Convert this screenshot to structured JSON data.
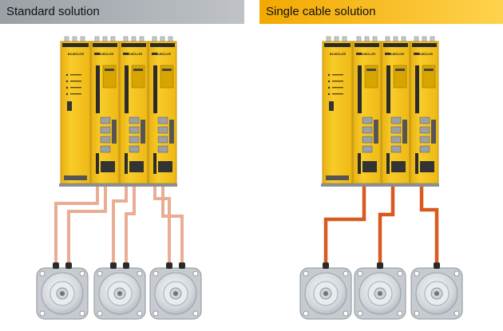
{
  "left": {
    "title": "Standard solution",
    "brand": "BAUMÜLLER"
  },
  "right": {
    "title": "Single cable solution",
    "brand": "BAUMÜLLER"
  },
  "colors": {
    "drive_yellow": "#f5c218",
    "drive_dark": "#2b2b2b",
    "standard_cable": "#e8ad93",
    "single_cable": "#d95a1e",
    "motor_body": "#dcdfe3",
    "left_banner": "#a9adb2",
    "right_banner": "#f5b400"
  },
  "icons": [
    "drive-module-icon",
    "servo-motor-icon",
    "cable-icon"
  ]
}
